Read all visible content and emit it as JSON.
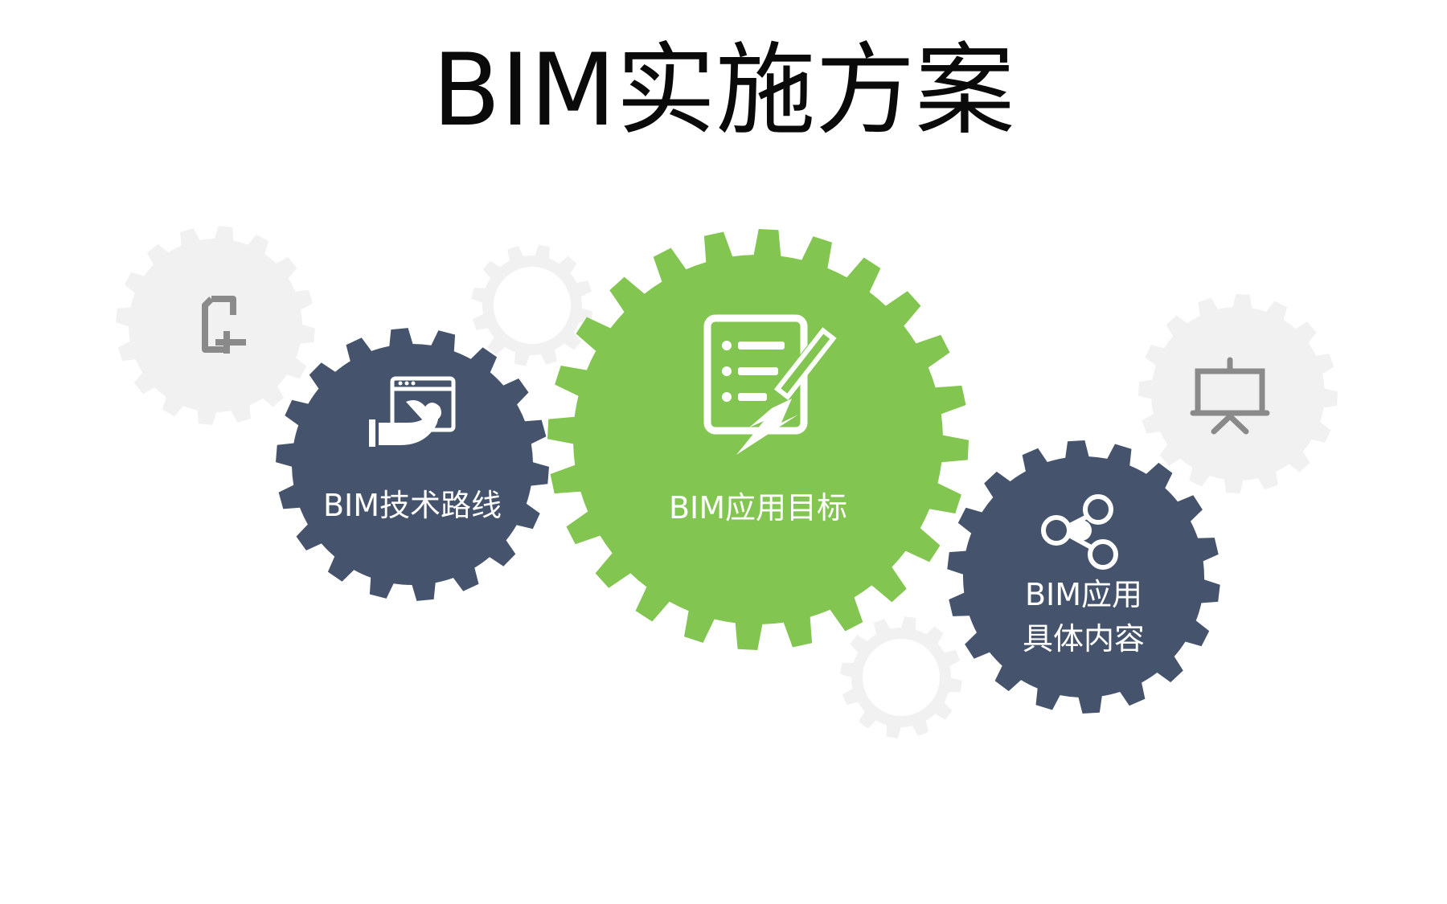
{
  "title": "BIM实施方案",
  "colors": {
    "green": "#82c550",
    "navy": "#45546c",
    "light_gray": "#f1f1f1",
    "icon_gray": "#8a8a8a",
    "white": "#ffffff"
  },
  "gears": {
    "technical_route": {
      "label": "BIM技术路线",
      "icon": "hand-holding-window-icon"
    },
    "application_goal": {
      "label": "BIM应用目标",
      "icon": "checklist-with-pencil-icon"
    },
    "application_content": {
      "label_line1": "BIM应用",
      "label_line2": "具体内容",
      "icon": "share-nodes-icon"
    },
    "decor_left": {
      "icon": "add-document-icon"
    },
    "decor_right": {
      "icon": "presentation-board-icon"
    }
  }
}
